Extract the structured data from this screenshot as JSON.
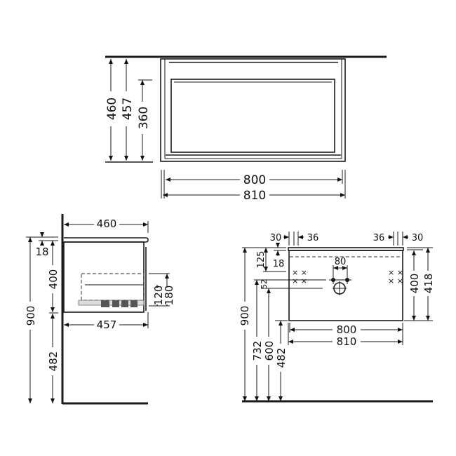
{
  "drawing": {
    "top_view": {
      "heights": {
        "outer": "460",
        "middle": "457",
        "inner": "360"
      },
      "widths": {
        "inner": "800",
        "outer": "810"
      }
    },
    "side_view": {
      "depth_top": "460",
      "depth_bottom": "457",
      "total_height": "900",
      "top_thickness": "18",
      "cabinet_height": "400",
      "floor_clearance": "482",
      "drawer_inner": "120",
      "drawer_outer": "180"
    },
    "front_view": {
      "left_offset_a": "30",
      "left_offset_b": "36",
      "right_offset_b": "36",
      "right_offset_a": "30",
      "tap_spacing": "80",
      "from_top": "125",
      "top_thickness": "18",
      "hole_gap": "52",
      "cabinet_height": "400",
      "total_front_height": "418",
      "total_height": "900",
      "tap_height": "732",
      "waste_height": "600",
      "floor_clearance": "482",
      "width_inner": "800",
      "width_outer": "810"
    }
  }
}
